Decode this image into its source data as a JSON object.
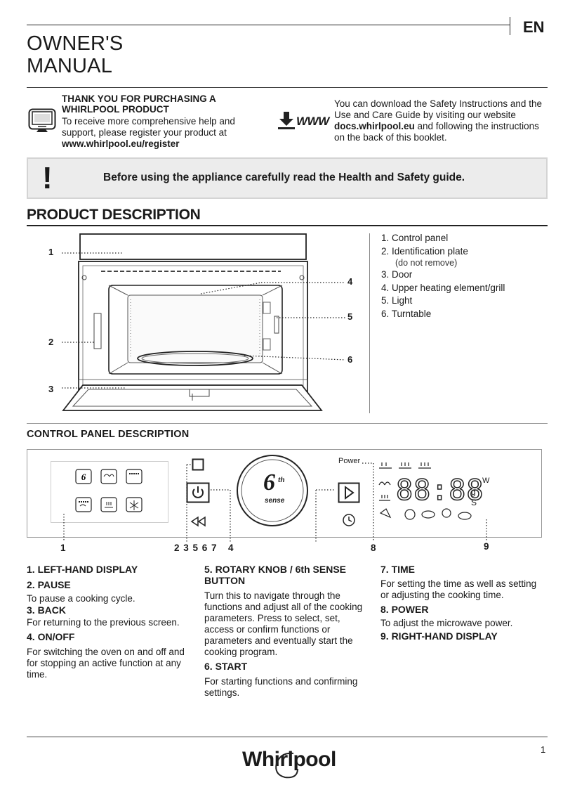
{
  "header": {
    "lang": "EN",
    "title_line1": "OWNER'S",
    "title_line2": "MANUAL"
  },
  "intro": {
    "thanks_heading": "THANK YOU FOR PURCHASING A WHIRLPOOL PRODUCT",
    "thanks_text": "To receive more comprehensive help and support, please register your product at",
    "thanks_link": "www.whirlpool.eu/register",
    "www_icon_label": "WWW",
    "download_text_1": "You can download the Safety Instructions and the Use and Care Guide by visiting our website",
    "download_link": "docs.whirlpool.eu",
    "download_text_2": "and following the instructions on the back of this booklet."
  },
  "warning": {
    "mark": "!",
    "text": "Before using the appliance carefully read the Health and Safety guide."
  },
  "product_description": {
    "title": "PRODUCT DESCRIPTION",
    "callouts": [
      "1",
      "2",
      "3",
      "4",
      "5",
      "6"
    ],
    "parts": [
      "1. Control panel",
      "2. Identification plate",
      "3. Door",
      "4. Upper heating element/grill",
      "5. Light",
      "6. Turntable"
    ],
    "part2_note": "(do not remove)"
  },
  "control_panel": {
    "title": "CONTROL PANEL DESCRIPTION",
    "knob_brand": "6",
    "knob_sup": "th",
    "knob_word": "sense",
    "power_label": "Power",
    "display_digits": "88:88",
    "unit_w": "W",
    "unit_g": "g",
    "unit_s": "S",
    "numbers": {
      "n1": "1",
      "n2": "2 3 5 6 7",
      "n4": "4",
      "n8": "8",
      "n9": "9"
    }
  },
  "descriptions": {
    "col1": [
      {
        "h": "1. LEFT-HAND DISPLAY",
        "p": ""
      },
      {
        "h": "2. PAUSE",
        "p": "To pause a cooking cycle."
      },
      {
        "h": "3. BACK",
        "p": "For returning to the previous screen."
      },
      {
        "h": "4. ON/OFF",
        "p": "For switching the oven on and off and for stopping an active function at any time."
      }
    ],
    "col2": [
      {
        "h": "5. ROTARY KNOB / 6th SENSE BUTTON",
        "p": "Turn this to navigate through the functions and adjust all of the cooking parameters. Press to select, set, access or confirm functions or parameters and eventually start the cooking program."
      },
      {
        "h": "6. START",
        "p": "For starting functions and confirming settings."
      }
    ],
    "col3": [
      {
        "h": "7. TIME",
        "p": "For setting the time as well as setting or adjusting the cooking time."
      },
      {
        "h": "8. POWER",
        "p": "To adjust the microwave power."
      },
      {
        "h": "9. RIGHT-HAND DISPLAY",
        "p": ""
      }
    ]
  },
  "footer": {
    "page": "1",
    "brand": "Whirlpool"
  }
}
